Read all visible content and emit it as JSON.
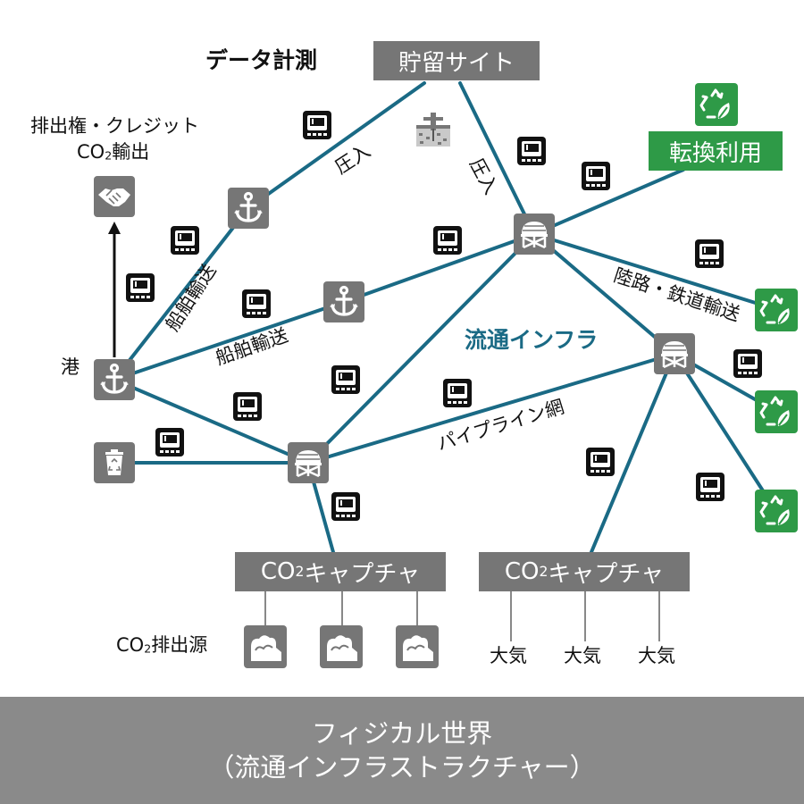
{
  "title": "データ計測",
  "storage": "貯留サイト",
  "conversion": "転換利用",
  "credits_line1": "排出権・クレジット",
  "credits_line2_pre": "CO",
  "credits_line2_sub": "2",
  "credits_line2_post": "輸出",
  "port": "港",
  "press_in_1": "圧入",
  "press_in_2": "圧入",
  "ship_1": "船舶輸送",
  "ship_2": "船舶輸送",
  "land_rail": "陸路・鉄道輸送",
  "infra": "流通インフラ",
  "pipeline": "パイプライン網",
  "capture_pre": "CO",
  "capture_sub": "2",
  "capture_post": "キャプチャ",
  "source_pre": "CO",
  "source_sub": "2",
  "source_post": "排出源",
  "air_1": "大気",
  "air_2": "大気",
  "air_3": "大気",
  "footer_line1": "フィジカル世界",
  "footer_line2": "（流通インフラストラクチャー）",
  "colors": {
    "teal": "#1a6a85",
    "gray": "#767676",
    "green": "#2e9a47",
    "infra_text": "#1a6a85"
  }
}
